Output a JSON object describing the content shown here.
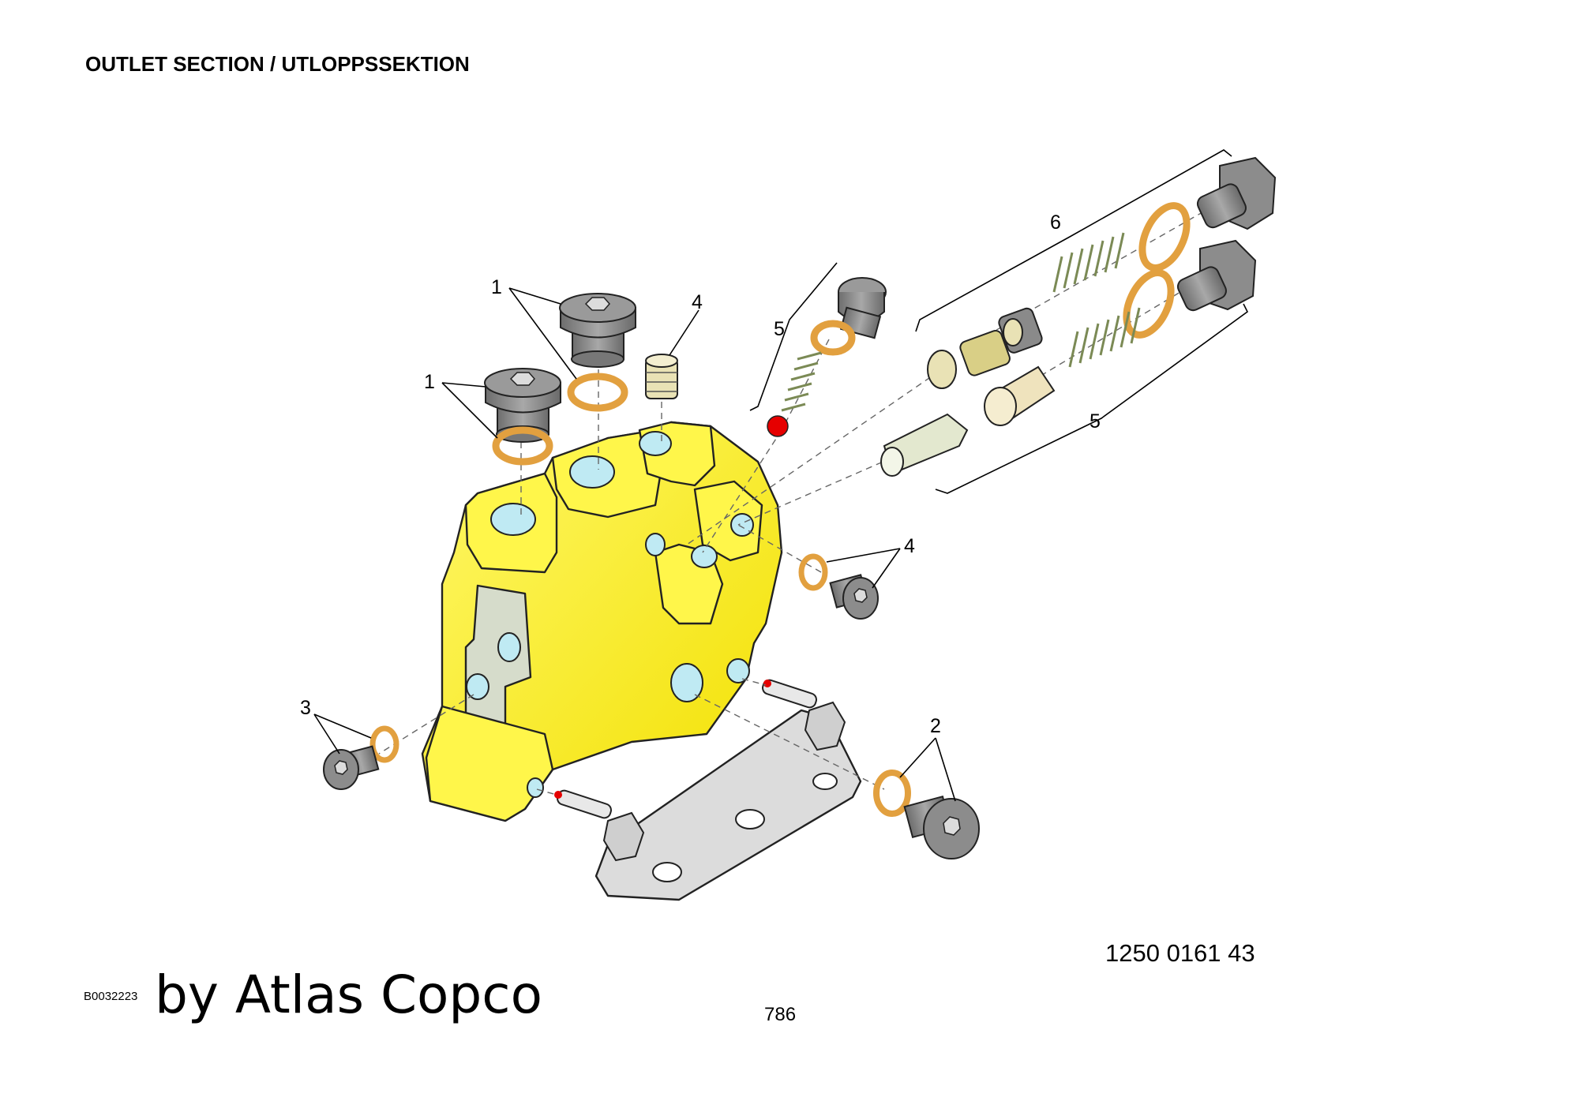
{
  "page": {
    "title": "OUTLET SECTION / UTLOPPSSEKTION",
    "part_number": "1250 0161 43",
    "drawing_ref": "B0032223",
    "brand": "by Atlas Copco",
    "page_number": "786"
  },
  "callouts": [
    "1",
    "1",
    "4",
    "5",
    "6",
    "5",
    "4",
    "3",
    "2"
  ],
  "colors": {
    "housing": "#FFF000",
    "seal_ring": "#E2A03F",
    "plug": "#8C8C8C",
    "bracket": "#DCDCDC",
    "port": "#BFEAF3",
    "ball": "#E60000",
    "valve_part": "#E9E2B5",
    "spring": "#A9B47A"
  }
}
